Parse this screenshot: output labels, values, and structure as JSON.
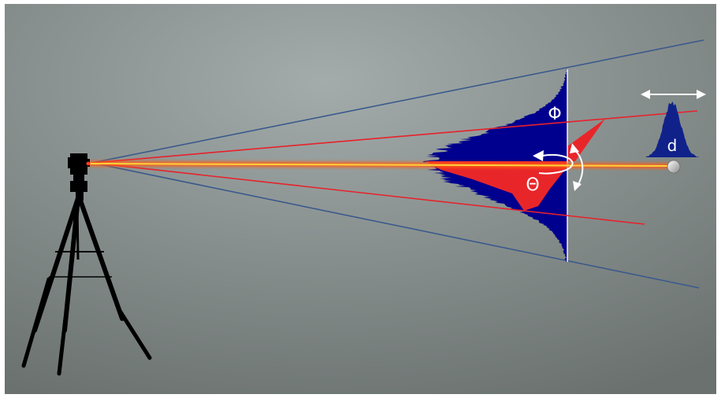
{
  "labels": {
    "phi": "Φ",
    "theta": "Θ",
    "d": "d"
  },
  "colors": {
    "background_light": "#a3acab",
    "background_dark": "#6a716f",
    "frame": "#ffffff",
    "outer_cone": "#3a5a8c",
    "inner_cone": "#e8212a",
    "beam_core": "#ffd23c",
    "beam_glow": "#ff5a14",
    "phi_distribution": "#00008e",
    "theta_distribution": "#e8262a",
    "d_distribution": "#10228a",
    "arrows": "#ffffff",
    "tripod": "#000000",
    "target_sphere": "#d9d9d9"
  },
  "icons": {
    "instrument": "tripod-laser-scanner-icon",
    "target": "sphere-target-icon",
    "range": "double-arrow-icon"
  }
}
